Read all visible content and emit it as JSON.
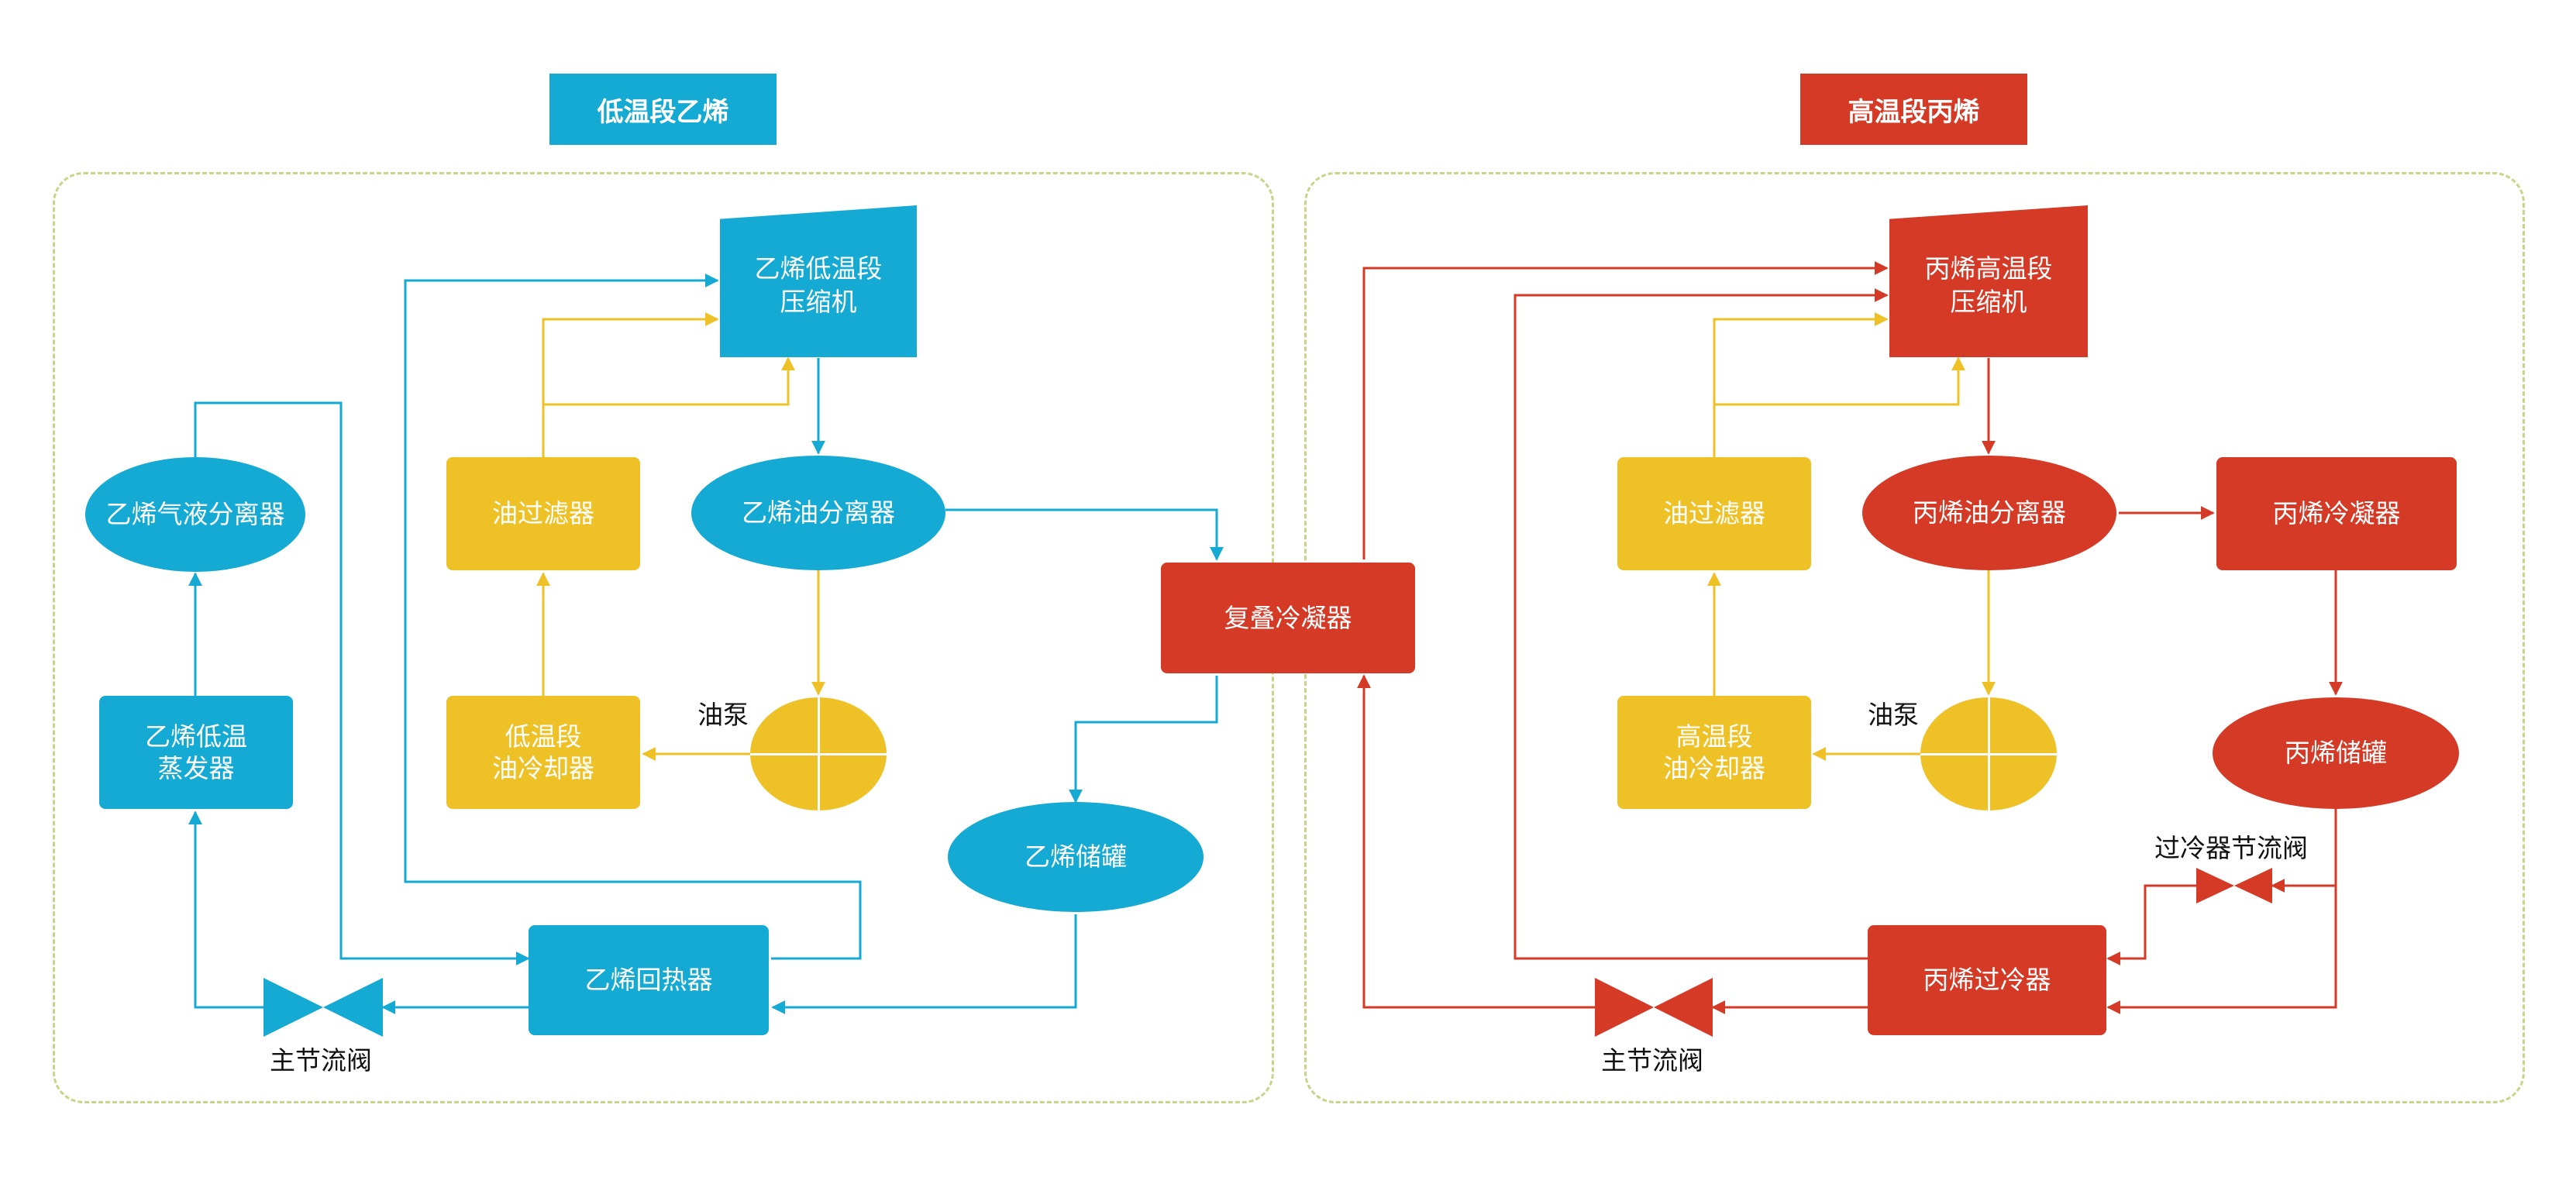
{
  "colors": {
    "blue": "#14aad3",
    "red": "#d43a26",
    "yellow": "#eec127",
    "region_border": "#c9d48a"
  },
  "left": {
    "header": "低温段乙烯",
    "compressor": "乙烯低温段\n压缩机",
    "gas_liquid_separator": "乙烯气液分离器",
    "oil_filter": "油过滤器",
    "oil_separator": "乙烯油分离器",
    "evaporator": "乙烯低温\n蒸发器",
    "oil_cooler": "低温段\n油冷却器",
    "oil_pump_label": "油泵",
    "storage_tank": "乙烯储罐",
    "regenerator": "乙烯回热器",
    "main_valve_label": "主节流阀"
  },
  "center": {
    "cascade_condenser": "复叠冷凝器"
  },
  "right": {
    "header": "高温段丙烯",
    "compressor": "丙烯高温段\n压缩机",
    "oil_filter": "油过滤器",
    "oil_separator": "丙烯油分离器",
    "condenser": "丙烯冷凝器",
    "oil_cooler": "高温段\n油冷却器",
    "oil_pump_label": "油泵",
    "storage_tank": "丙烯储罐",
    "subcooler_valve_label": "过冷器节流阀",
    "subcooler": "丙烯过冷器",
    "main_valve_label": "主节流阀"
  }
}
